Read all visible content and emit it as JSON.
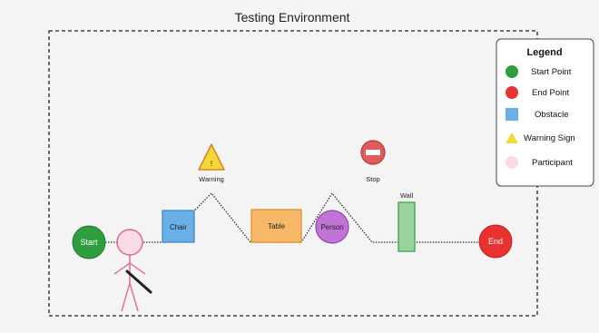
{
  "title": "Testing Environment",
  "path_labels": {
    "start": "Start",
    "chair": "Chair",
    "warning_mark": "!",
    "warning": "Warning",
    "table": "Table",
    "person": "Person",
    "stop": "Stop",
    "wall": "Wall",
    "end": "End"
  },
  "legend": {
    "title": "Legend",
    "items": [
      {
        "label": "Start Point",
        "color": "#2e9e3f"
      },
      {
        "label": "End Point",
        "color": "#e8322f"
      },
      {
        "label": "Obstacle",
        "color": "#6ab0e8"
      },
      {
        "label": "Warning Sign",
        "color": "#f5d835"
      },
      {
        "label": "Participant",
        "color": "#fbdbe4"
      }
    ]
  },
  "colors": {
    "start": "#2e9e3f",
    "end": "#e8322f",
    "chair": "#6ab0e8",
    "table": "#f7b968",
    "person": "#c173d6",
    "wall": "#9ad49a",
    "stop": "#e25a5a",
    "warning": "#f5d835",
    "participant": "#fbdbe4"
  }
}
